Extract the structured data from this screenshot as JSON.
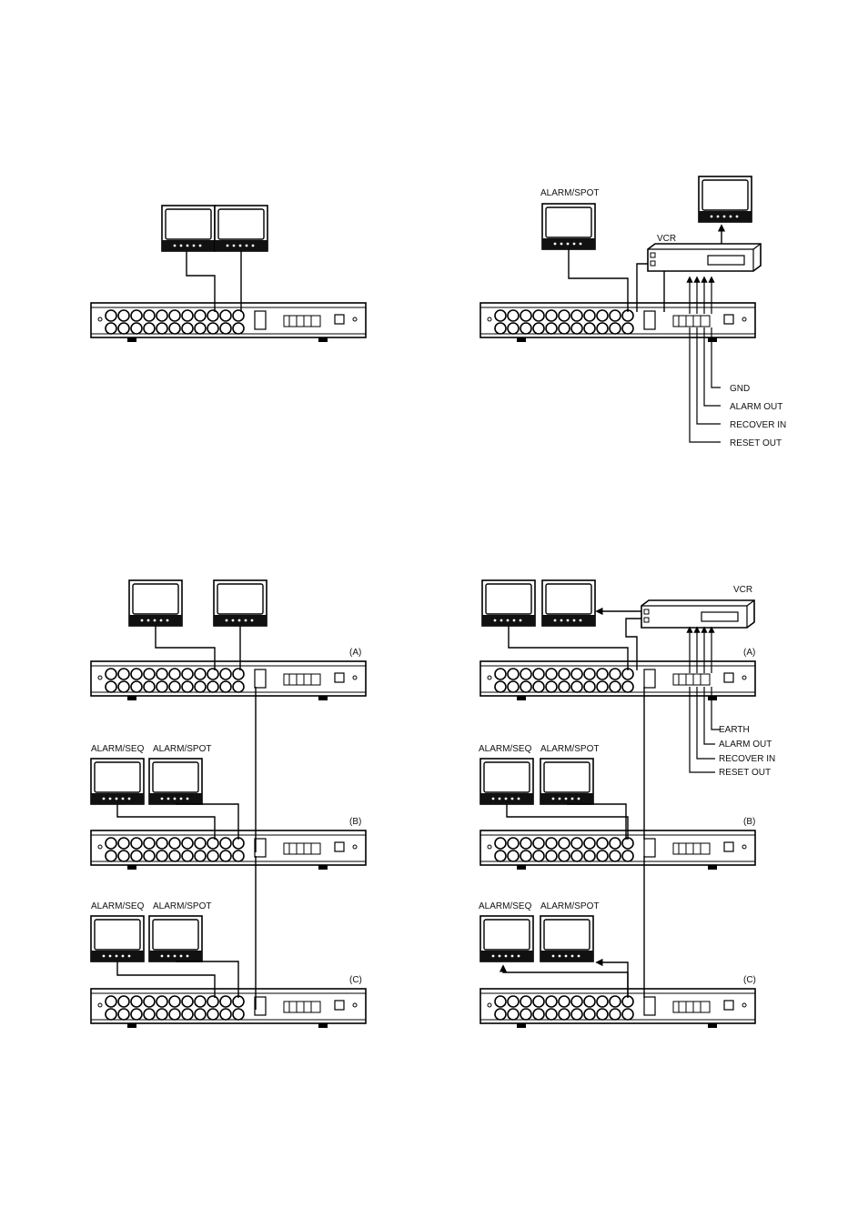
{
  "panels": {
    "top_left": {},
    "top_right": {
      "monitor_label": "ALARM/SPOT",
      "vcr_label": "VCR",
      "terminals": [
        "GND",
        "ALARM OUT",
        "RECOVER IN",
        "RESET OUT"
      ]
    },
    "bottom_left": {
      "units": [
        "(A)",
        "(B)",
        "(C)"
      ],
      "monitor_labels_b": [
        "ALARM/SEQ",
        "ALARM/SPOT"
      ],
      "monitor_labels_c": [
        "ALARM/SEQ",
        "ALARM/SPOT"
      ]
    },
    "bottom_right": {
      "vcr_label": "VCR",
      "units": [
        "(A)",
        "(B)",
        "(C)"
      ],
      "terminals": [
        "EARTH",
        "ALARM OUT",
        "RECOVER IN",
        "RESET OUT"
      ],
      "monitor_labels_b": [
        "ALARM/SEQ",
        "ALARM/SPOT"
      ],
      "monitor_labels_c": [
        "ALARM/SEQ",
        "ALARM/SPOT"
      ]
    }
  }
}
